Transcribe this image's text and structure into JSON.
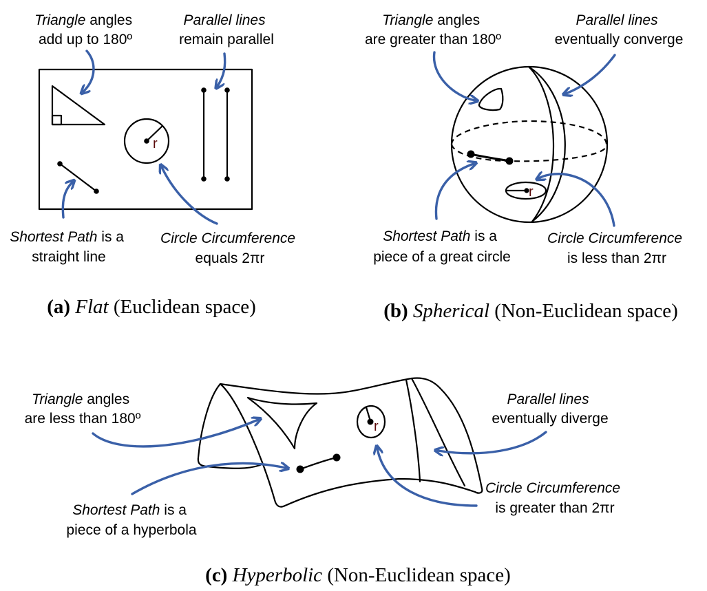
{
  "accent_color": "#3a60a8",
  "panels": {
    "flat": {
      "caption": {
        "letter": "(a)",
        "name": "Flat",
        "rest": " (Euclidean space)"
      },
      "triangle": {
        "italic": "Triangle",
        "rest": " angles",
        "line2": "add up to 180º"
      },
      "parallel": {
        "italic": "Parallel lines",
        "line2": "remain parallel"
      },
      "path": {
        "italic": "Shortest Path",
        "rest": " is a",
        "line2": "straight line"
      },
      "circle": {
        "italic": "Circle Circumference",
        "line2": "equals 2πr"
      },
      "radius_label": "r"
    },
    "spherical": {
      "caption": {
        "letter": "(b)",
        "name": "Spherical",
        "rest": " (Non-Euclidean space)"
      },
      "triangle": {
        "italic": "Triangle",
        "rest": " angles",
        "line2": "are greater than 180º"
      },
      "parallel": {
        "italic": "Parallel lines",
        "line2": "eventually converge"
      },
      "path": {
        "italic": "Shortest Path",
        "rest": " is a",
        "line2": "piece of a great circle"
      },
      "circle": {
        "italic": "Circle Circumference",
        "line2": "is less than 2πr"
      },
      "radius_label": "r"
    },
    "hyperbolic": {
      "caption": {
        "letter": "(c)",
        "name": "Hyperbolic",
        "rest": " (Non-Euclidean space)"
      },
      "triangle": {
        "italic": "Triangle",
        "rest": " angles",
        "line2": "are less than 180º"
      },
      "parallel": {
        "italic": "Parallel lines",
        "line2": "eventually diverge"
      },
      "path": {
        "italic": "Shortest Path",
        "rest": " is a",
        "line2": "piece of a hyperbola"
      },
      "circle": {
        "italic": "Circle Circumference",
        "line2": "is greater than 2πr"
      },
      "radius_label": "r"
    }
  }
}
